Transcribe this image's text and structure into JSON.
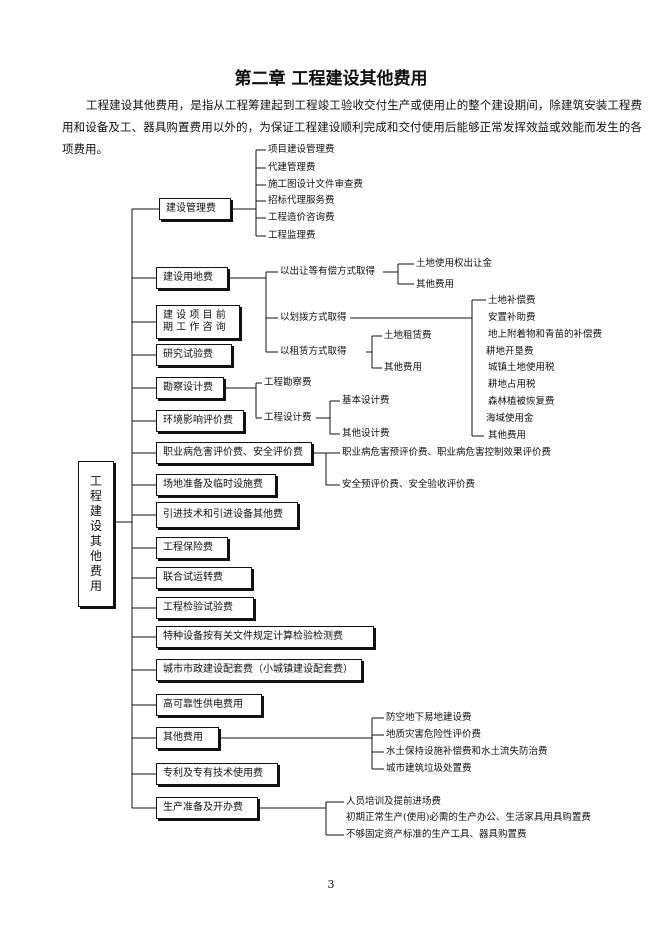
{
  "title": "第二章  工程建设其他费用",
  "intro": "工程建设其他费用，是指从工程筹建起到工程竣工验收交付生产或使用止的整个建设期间，除建筑安装工程费用和设备及工、器具购置费用以外的，为保证工程建设顺利完成和交付使用后能够正常发挥效益或效能而发生的各项费用。",
  "root": [
    "工",
    "程",
    "建",
    "设",
    "其",
    "他",
    "费",
    "用"
  ],
  "boxes": {
    "jianshe": "建设管理费",
    "yongdi": "建设用地费",
    "qianqi_1": "建 设 项 目 前",
    "qianqi_2": "期 工 作 咨 询",
    "yanjiu": "研究试验费",
    "kancha": "勘察设计费",
    "huanjing": "环境影响评价费",
    "zhiye": "职业病危害评价费、安全评价费",
    "changdi": "场地准备及临时设施费",
    "yinjin": "引进技术和引进设备其他费",
    "baoxian": "工程保险费",
    "lianhe": "联合试运转费",
    "jianyan": "工程检验试验费",
    "tezhong": "特种设备按有关文件规定计算检验检测费",
    "chengshi": "城市市政建设配套费（小城镇建设配套费）",
    "gaokekao": "高可靠性供电费用",
    "qita": "其他费用",
    "zhuanli": "专利及专有技术使用费",
    "shengchan": "生产准备及开办费"
  },
  "labels": {
    "jianshe_items": [
      "项目建设管理费",
      "代建管理费",
      "施工图设计文件审查费",
      "招标代理服务费",
      "工程造价咨询费",
      "工程监理费"
    ],
    "chuzang": "以出让等有偿方式取得",
    "chuzang_items": [
      "土地使用权出让金",
      "其他费用"
    ],
    "huabo": "以划拨方式取得",
    "huabo_items": [
      "土地补偿费",
      "安置补助费",
      "地上附着物和青苗的补偿费",
      "耕地开垦费",
      "城镇土地使用税",
      "耕地占用税",
      "森林植被恢复费",
      "海域使用金",
      "其他费用"
    ],
    "zulin": "以租赁方式取得",
    "zulin_items": [
      "土地租赁费",
      "其他费用"
    ],
    "kancha_items": [
      "工程勘察费",
      "工程设计费"
    ],
    "sheji_items": [
      "基本设计费",
      "其他设计费"
    ],
    "zhiye_items": [
      "职业病危害预评价费、职业病危害控制效果评价费",
      "安全预评价费、安全验收评价费"
    ],
    "qita_items": [
      "防空地下易地建设费",
      "地质灾害危险性评价费",
      "水土保持设施补偿费和水土流失防治费",
      "城市建筑垃圾处置费"
    ],
    "shengchan_items": [
      "人员培训及提前进场费",
      "初期正常生产(使用)必需的生产办公、生活家具用具购置费",
      "不够固定资产标准的生产工具、器具购置费"
    ]
  },
  "page_number": "3"
}
